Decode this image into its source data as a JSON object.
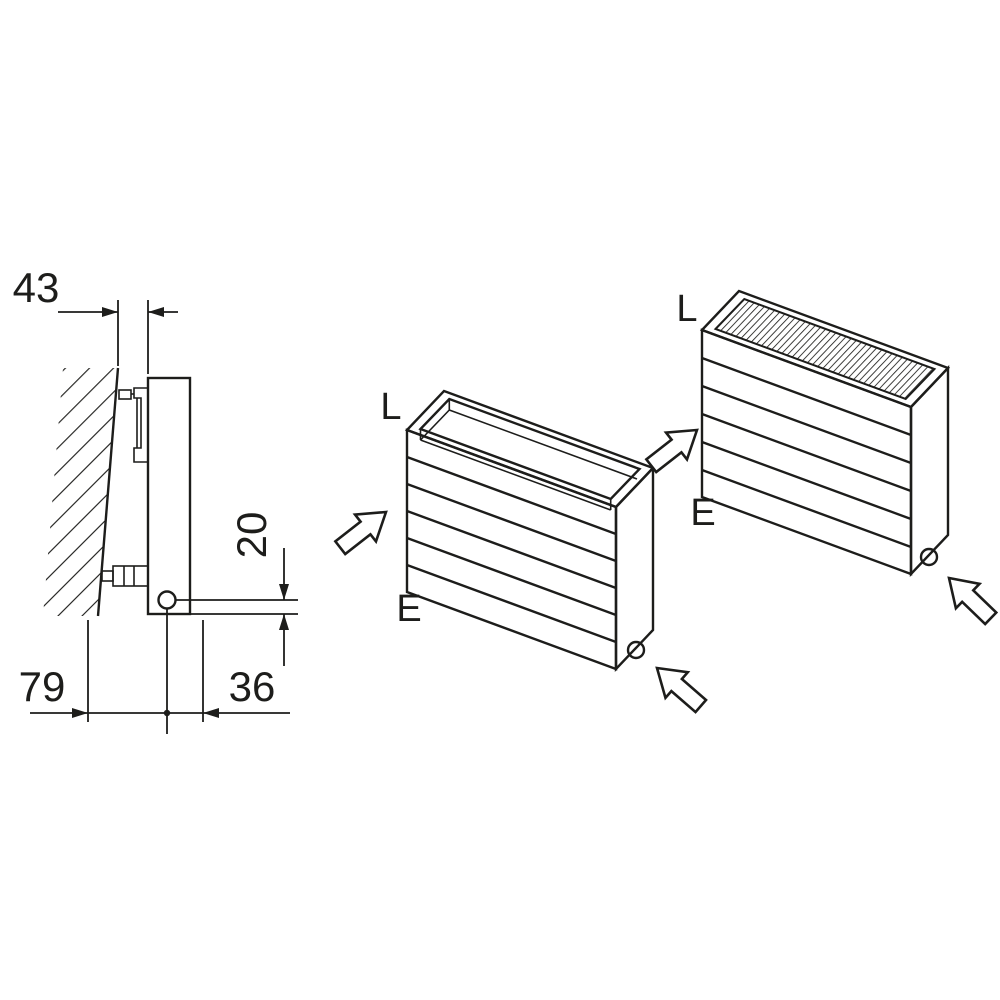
{
  "page": {
    "background": "#ffffff",
    "line_color": "#1d1d1b",
    "description": "radiator-wall-mounting-dimension-diagram"
  },
  "side_view": {
    "dim_wall_offset": "43",
    "dim_pipe_height": "20",
    "dim_wall_to_pipe": "79",
    "dim_pipe_to_front": "36"
  },
  "radiator_mid": {
    "label_length": "L",
    "label_end": "E"
  },
  "radiator_right": {
    "label_length": "L",
    "label_end": "E"
  },
  "icons": {
    "flow_arrow": "hollow-flow-arrow",
    "connection_port": "circle-port",
    "wall_hatch": "diagonal-hatch",
    "grille": "ribbed-grille"
  }
}
